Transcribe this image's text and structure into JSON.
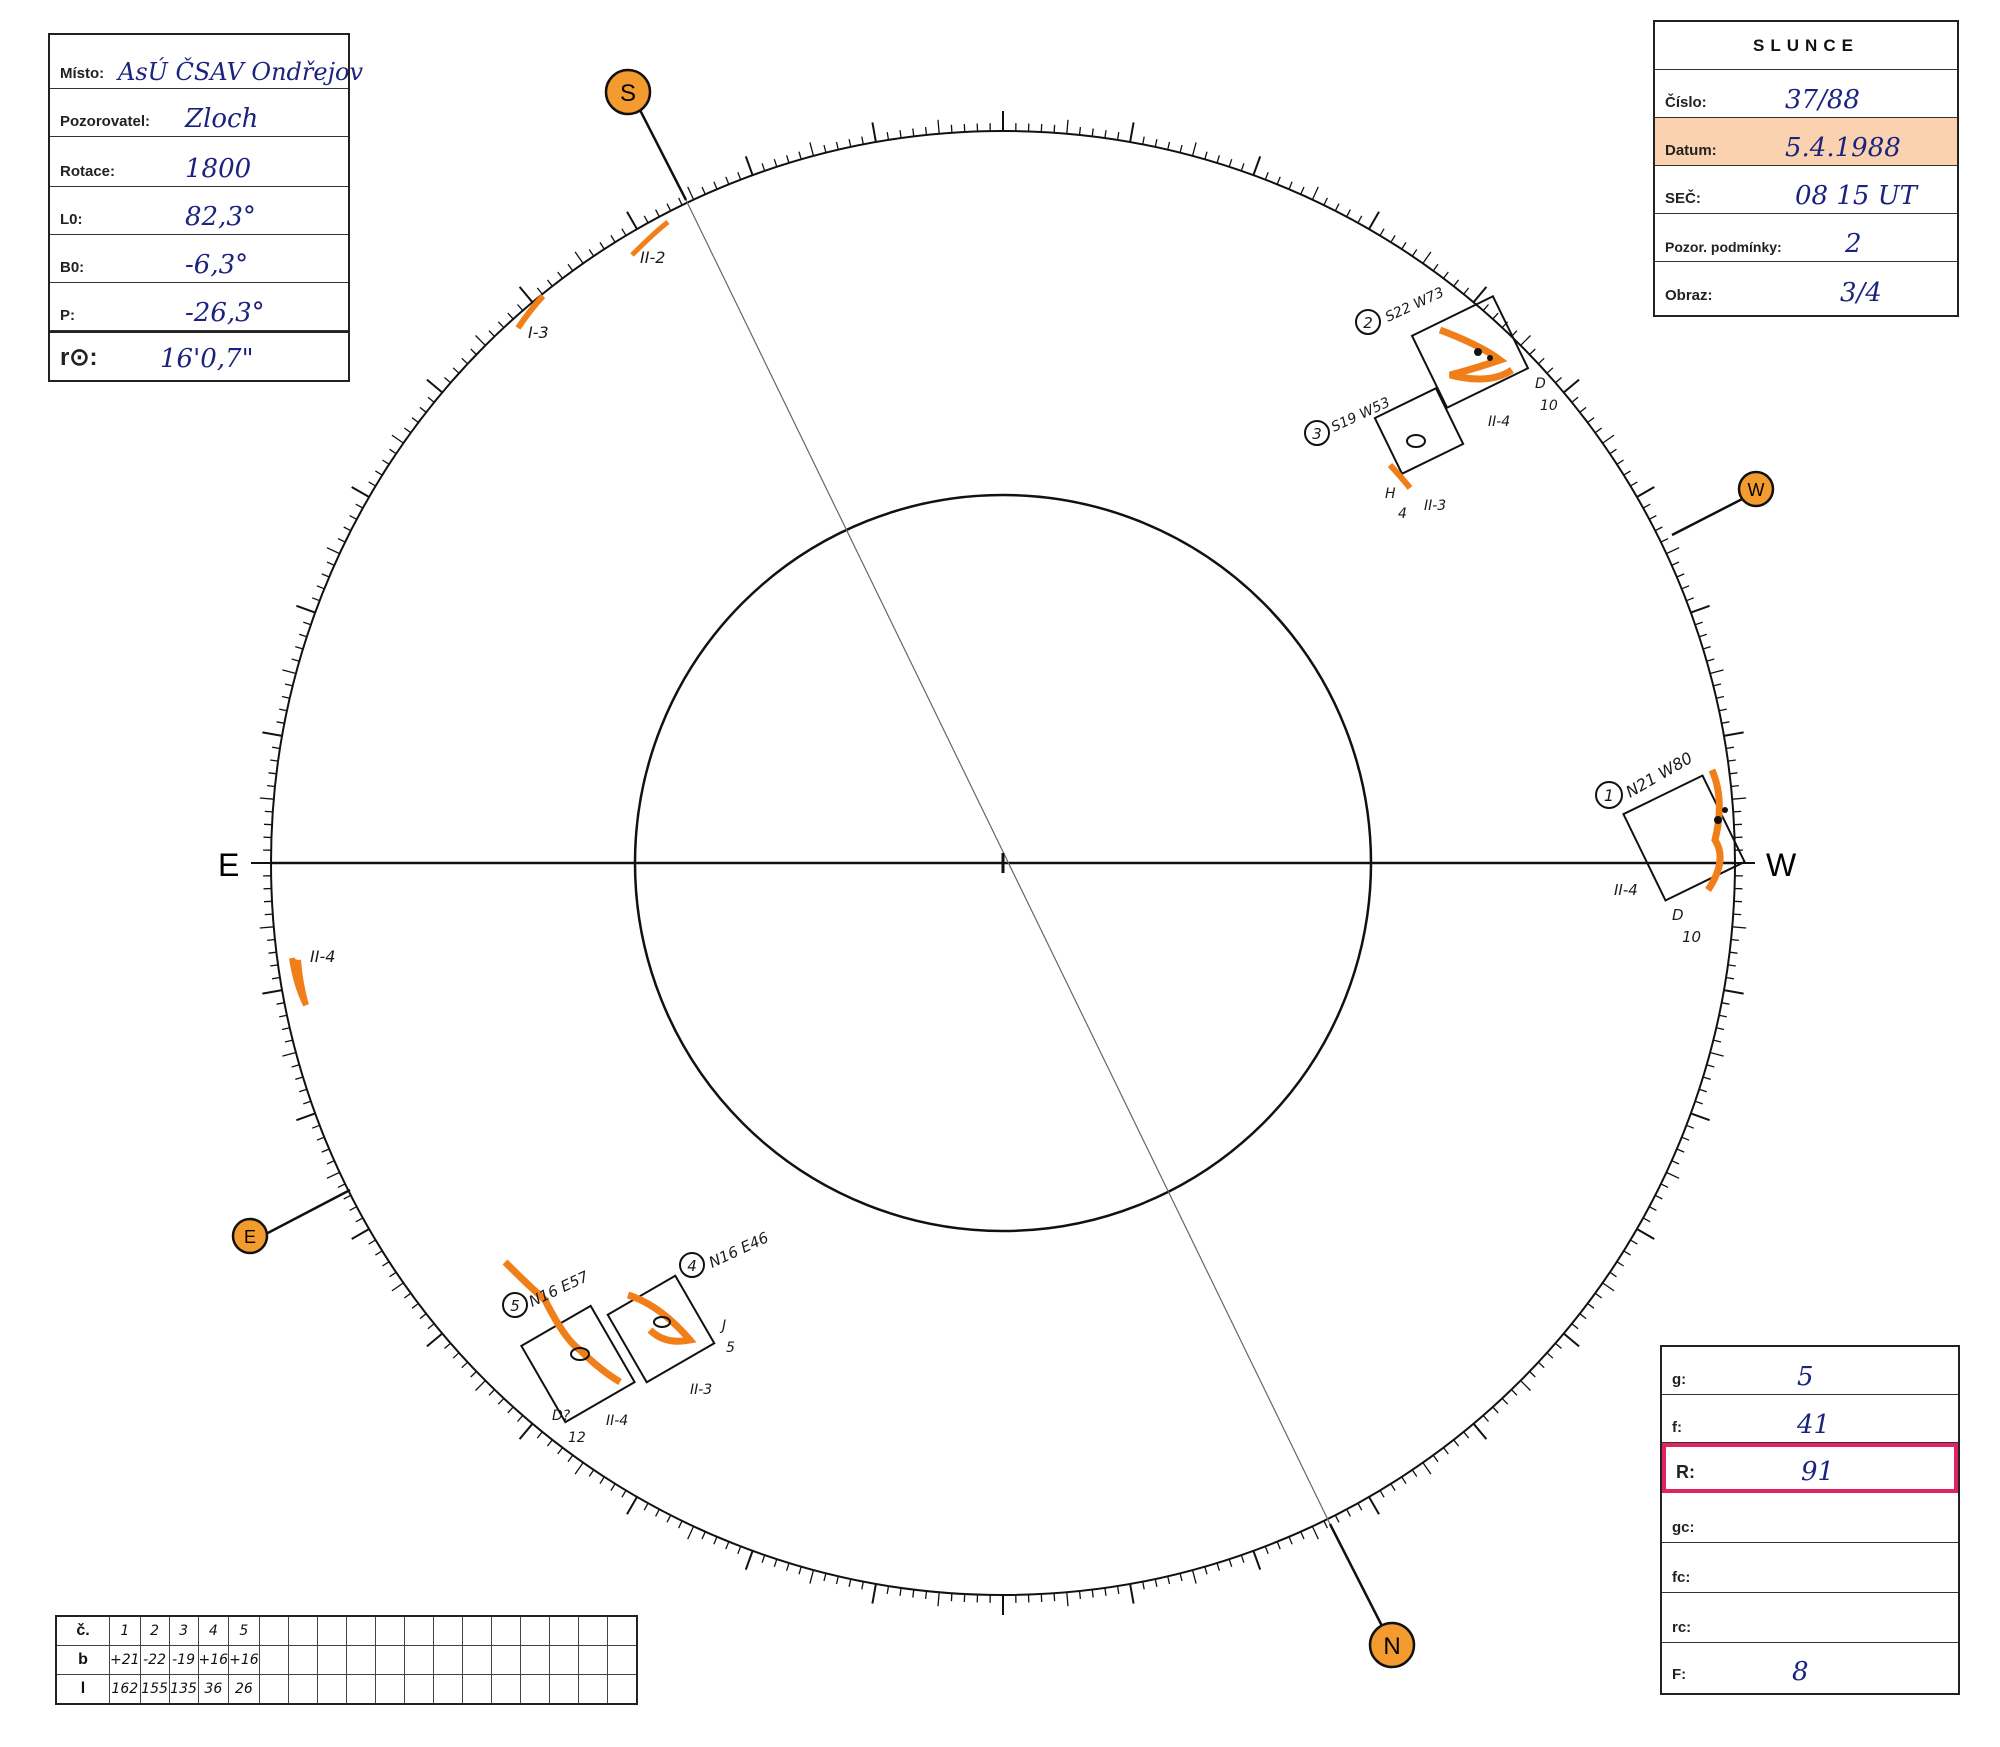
{
  "header_left": {
    "misto_label": "Místo:",
    "misto_value": "AsÚ ČSAV Ondřejov",
    "pozorovatel_label": "Pozorovatel:",
    "pozorovatel_value": "Zloch",
    "rotace_label": "Rotace:",
    "rotace_value": "1800",
    "l0_label": "L0:",
    "l0_value": "82,3°",
    "b0_label": "B0:",
    "b0_value": "-6,3°",
    "p_label": "P:",
    "p_value": "-26,3°",
    "r0_label": "r⊙:",
    "r0_value": "16'0,7\""
  },
  "header_right": {
    "title": "SLUNCE",
    "cislo_label": "Číslo:",
    "cislo_value": "37/88",
    "datum_label": "Datum:",
    "datum_value": "5.4.1988",
    "sec_label": "SEČ:",
    "sec_value": "08 15 UT",
    "podminky_label": "Pozor. podmínky:",
    "podminky_value": "2",
    "obraz_label": "Obraz:",
    "obraz_value": "3/4"
  },
  "counts": {
    "g_label": "g:",
    "g_value": "5",
    "f_label": "f:",
    "f_value": "41",
    "r_label": "R:",
    "r_value": "91",
    "gc_label": "gc:",
    "gc_value": "",
    "fc_label": "fc:",
    "fc_value": "",
    "rc_label": "rc:",
    "rc_value": "",
    "F_label": "F:",
    "F_value": "8"
  },
  "compass": {
    "S": "S",
    "N": "N",
    "E": "E",
    "W": "W",
    "E_axis": "E",
    "W_axis": "W"
  },
  "groups": [
    {
      "num": "1",
      "coords": "N21 W80",
      "class": "D",
      "count": "10",
      "faculae": "II-4"
    },
    {
      "num": "2",
      "coords": "S22 W73",
      "class": "D",
      "count": "10",
      "faculae": "II-4"
    },
    {
      "num": "3",
      "coords": "S19 W53",
      "class": "H",
      "count": "4",
      "faculae": "II-3"
    },
    {
      "num": "4",
      "coords": "N16 E46",
      "class": "J",
      "count": "5",
      "faculae": "II-3"
    },
    {
      "num": "5",
      "coords": "N16 E57",
      "class": "D?",
      "count": "12",
      "faculae": "II-4"
    }
  ],
  "faculae_labels": {
    "nw1": "II-2",
    "nw2": "I-3",
    "east": "II-4"
  },
  "table": {
    "row_c_label": "č.",
    "row_b_label": "b",
    "row_l_label": "l",
    "c": [
      "1",
      "2",
      "3",
      "4",
      "5"
    ],
    "b": [
      "+21",
      "-22",
      "-19",
      "+16",
      "+16"
    ],
    "l": [
      "162",
      "155",
      "135",
      "36",
      "26"
    ]
  },
  "colors": {
    "facula_orange": "#f07f1a",
    "highlight_red": "#e0245e",
    "ink_blue": "#1a237e"
  }
}
